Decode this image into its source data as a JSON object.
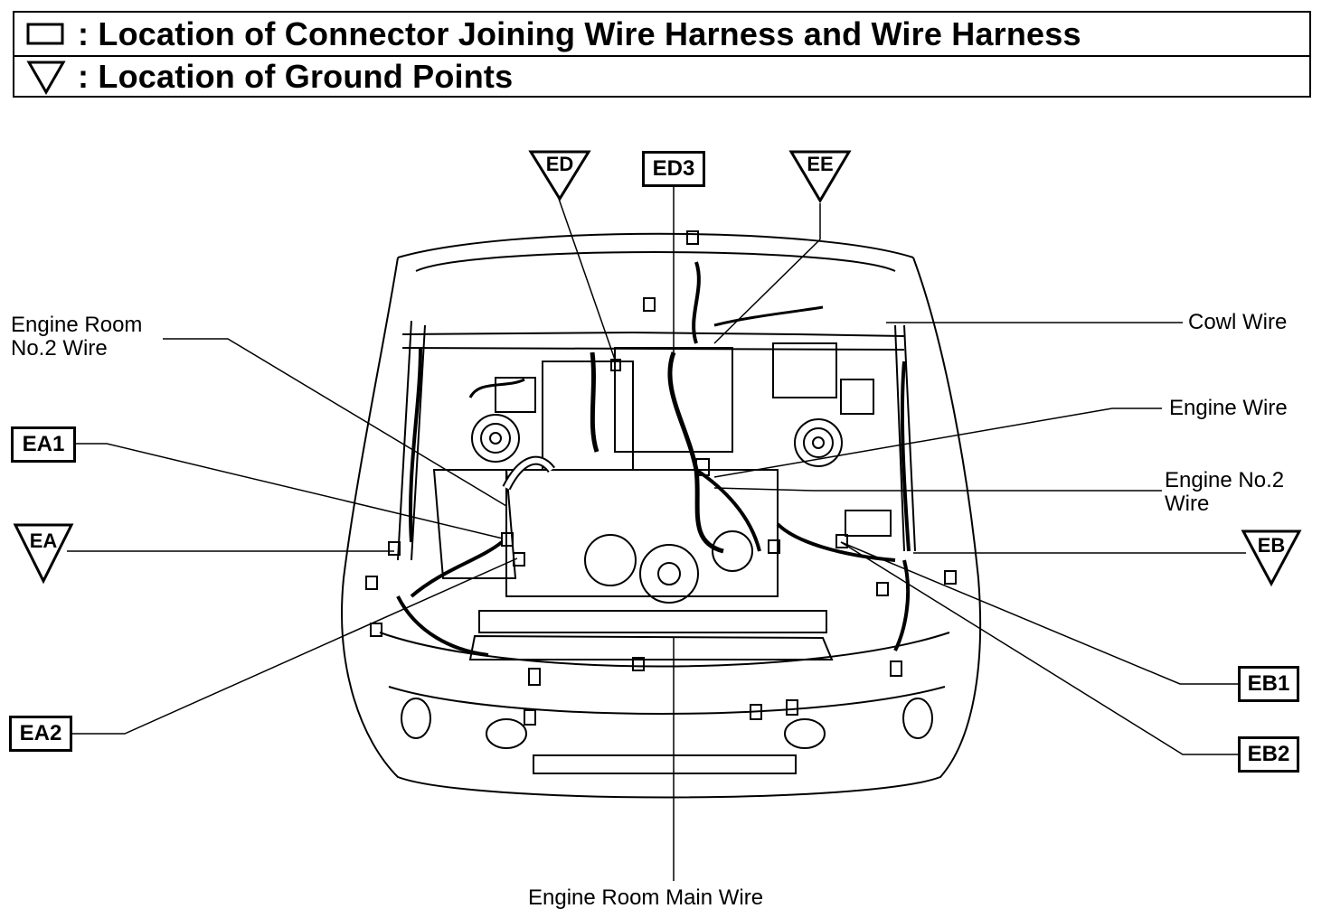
{
  "legend": {
    "connector_text": ": Location of Connector Joining Wire Harness and Wire Harness",
    "ground_text": ": Location of Ground Points",
    "connector_symbol": "rectangle-icon",
    "ground_symbol": "triangle-icon"
  },
  "ground_points": {
    "ed": "ED",
    "ee": "EE",
    "ea": "EA",
    "eb": "EB"
  },
  "connectors": {
    "ed3": "ED3",
    "ea1": "EA1",
    "ea2": "EA2",
    "eb1": "EB1",
    "eb2": "EB2"
  },
  "labels": {
    "engine_room_no2_line1": "Engine Room",
    "engine_room_no2_line2": "No.2 Wire",
    "cowl_wire": "Cowl Wire",
    "engine_wire": "Engine Wire",
    "engine_no2_line1": "Engine No.2",
    "engine_no2_line2": "Wire",
    "engine_room_main": "Engine Room Main Wire"
  },
  "colors": {
    "ink": "#000000",
    "paper": "#ffffff"
  }
}
